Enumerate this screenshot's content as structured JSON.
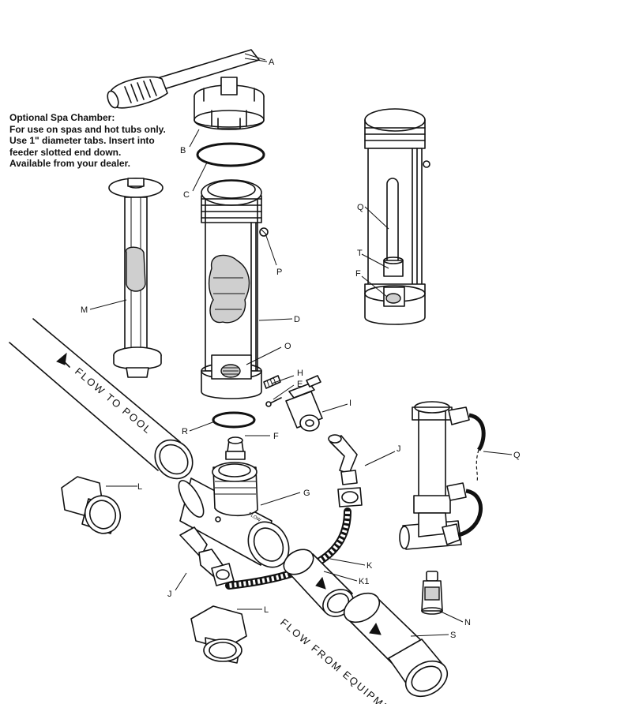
{
  "note": {
    "lines": [
      "Optional Spa Chamber:",
      "For use on spas and hot tubs only.",
      "Use 1\" diameter tabs. Insert into",
      "feeder slotted end down.",
      "Available from your dealer."
    ]
  },
  "flow_labels": {
    "to_pool": "FLOW TO POOL",
    "from_equipment": "FLOW FROM EQUIPMENT",
    "tee_stamp": "FLOW"
  },
  "part_labels": {
    "A": "A",
    "B": "B",
    "C": "C",
    "D": "D",
    "E": "E",
    "F_top": "F",
    "F_bottom": "F",
    "G": "G",
    "H": "H",
    "I": "I",
    "J_right": "J",
    "J_left": "J",
    "K": "K",
    "K1": "K1",
    "L_top": "L",
    "L_bottom": "L",
    "M": "M",
    "N": "N",
    "O": "O",
    "P": "P",
    "Q_top": "Q",
    "Q_bottom": "Q",
    "R": "R",
    "S": "S",
    "T": "T"
  }
}
